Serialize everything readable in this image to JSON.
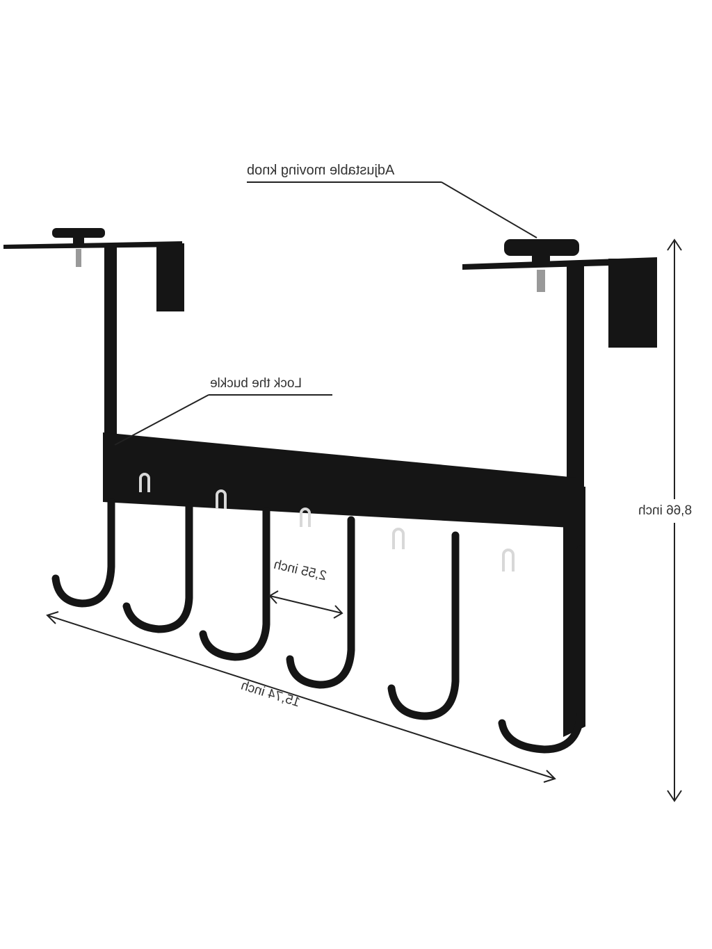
{
  "labels": {
    "knob": "Adjustable moving knob",
    "buckle": "Lock the buckle",
    "hook_spacing": "2,55 inch",
    "width": "15,74 inch",
    "height": "8,66  inch"
  },
  "colors": {
    "metal": "#151515",
    "line": "#222222",
    "text": "#333333"
  }
}
